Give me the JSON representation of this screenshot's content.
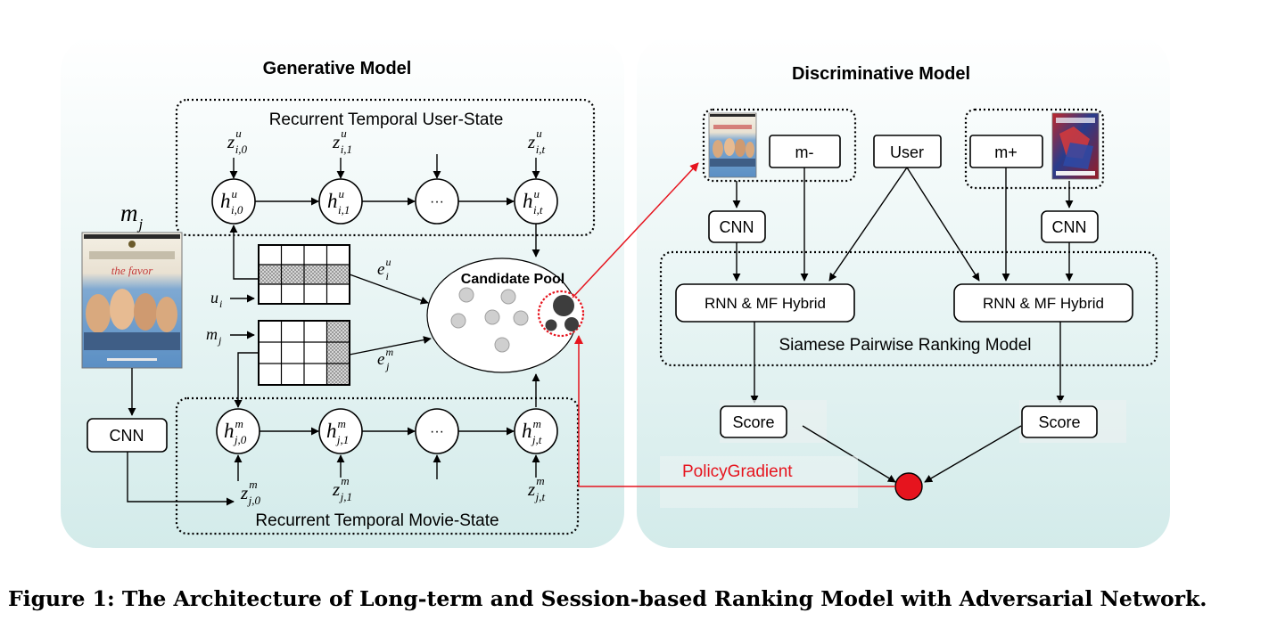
{
  "gen": {
    "title": "Generative Model",
    "user_state_label": "Recurrent Temporal User-State",
    "movie_state_label": "Recurrent Temporal Movie-State",
    "candidate_pool": "Candidate Pool",
    "cnn_label": "CNN",
    "ellipsis": "···",
    "poster_title": "the favor",
    "symbols": {
      "h": "h",
      "z": "z",
      "e": "e",
      "u": "u",
      "m": "m",
      "i": "i",
      "j": "j",
      "i0": "i,0",
      "i1": "i,1",
      "it": "i,t",
      "j0": "j,0",
      "j1": "j,1",
      "jt": "j,t"
    }
  },
  "disc": {
    "title": "Discriminative Model",
    "m_minus": "m-",
    "m_plus": "m+",
    "user": "User",
    "cnn_label": "CNN",
    "rnn_mf": "RNN & MF Hybrid",
    "siamese": "Siamese Pairwise Ranking Model",
    "score": "Score"
  },
  "policy_gradient": "PolicyGradient",
  "caption": "Figure 1: The Architecture of Long-term and Session-based Ranking Model with Adversarial Network.",
  "colors": {
    "panel_top": "#ffffff",
    "panel_bottom": "#d4ecec",
    "red": "#e6141e",
    "hatch": "#bbbbbb",
    "node_gray": "#cfcfcf",
    "node_dark": "#3d3d3d"
  }
}
